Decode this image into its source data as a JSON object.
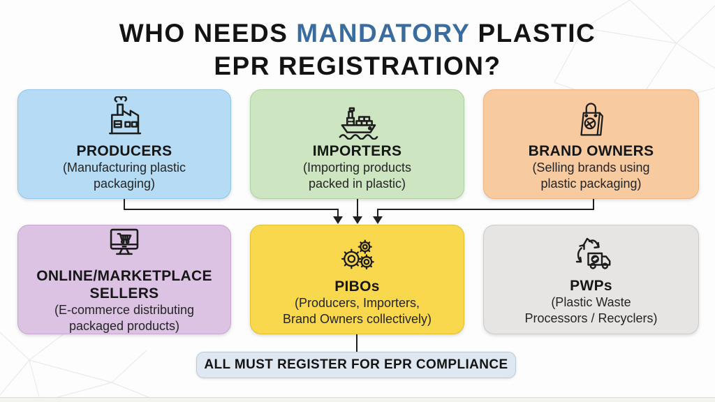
{
  "title": {
    "line1_pre": "WHO NEEDS ",
    "line1_highlight": "MANDATORY",
    "line1_post": " PLASTIC",
    "line2": "EPR REGISTRATION?",
    "highlight_color": "#3a6d9e"
  },
  "cards": [
    {
      "id": "producers",
      "icon": "factory-icon",
      "heading": "PRODUCERS",
      "subtext": "(Manufacturing plastic\npackaging)",
      "bg": "#b5dcf4",
      "border": "#92c5e7"
    },
    {
      "id": "importers",
      "icon": "cargo-ship-icon",
      "heading": "IMPORTERS",
      "subtext": "(Importing products\npacked in plastic)",
      "bg": "#cde5c0",
      "border": "#add29f"
    },
    {
      "id": "brand-owners",
      "icon": "shopping-bag-icon",
      "heading": "BRAND OWNERS",
      "subtext": "(Selling brands using\nplastic packaging)",
      "bg": "#f8caa0",
      "border": "#ecb483"
    },
    {
      "id": "online-marketplace-sellers",
      "icon": "ecommerce-monitor-icon",
      "heading": "ONLINE/MARKETPLACE\nSELLERS",
      "subtext": "(E-commerce distributing\npackaged products)",
      "bg": "#ddc3e3",
      "border": "#c7a7d2"
    },
    {
      "id": "pibos",
      "icon": "gears-icon",
      "heading": "PIBOs",
      "subtext": "(Producers, Importers,\nBrand Owners collectively)",
      "bg": "#f9d84d",
      "border": "#e3bf2e"
    },
    {
      "id": "pwps",
      "icon": "recycling-truck-icon",
      "heading": "PWPs",
      "subtext": "(Plastic Waste\nProcessors / Recyclers)",
      "bg": "#e6e5e3",
      "border": "#cccbc9"
    }
  ],
  "banner": {
    "label": "ALL MUST REGISTER FOR EPR COMPLIANCE",
    "bg": "#dfe8f1",
    "border": "#bccbd9"
  },
  "connector_color": "#1f1f1f"
}
